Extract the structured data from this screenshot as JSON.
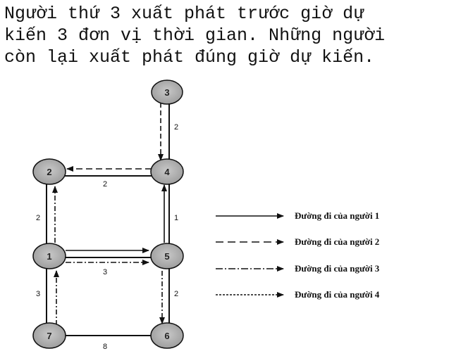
{
  "problem_text": [
    "Người thứ 3 xuất phát trước giờ dự",
    "kiến 3 đơn vị thời gian. Những người",
    "còn lại xuất phát đúng giờ dự kiến."
  ],
  "nodes": [
    "1",
    "2",
    "3",
    "4",
    "5",
    "6",
    "7"
  ],
  "edge_weights": {
    "e34": "2",
    "e42": "2",
    "e21": "2",
    "e45": "1",
    "e15": "3",
    "e71": "3",
    "e56": "2",
    "e76": "8"
  },
  "legend": [
    "Đường đi của người 1",
    "Đường đi của người 2",
    "Đường đi của người 3",
    "Đường đi của người 4"
  ]
}
